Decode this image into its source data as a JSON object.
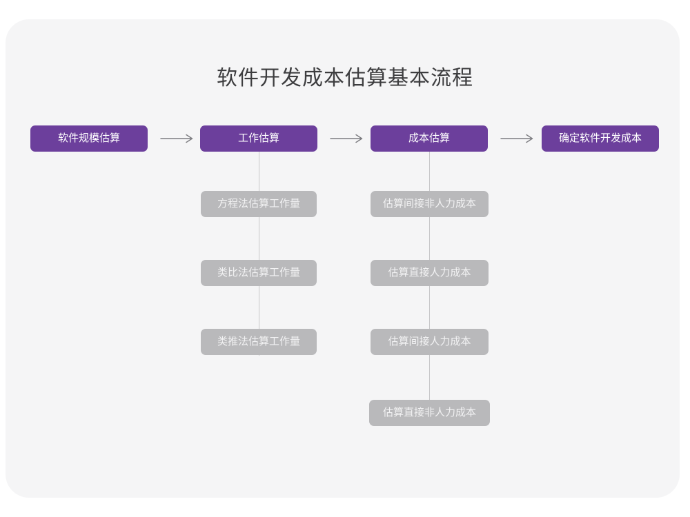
{
  "diagram": {
    "title": "软件开发成本估算基本流程",
    "arrow_glyph": "long-right-arrow",
    "colors": {
      "page_background": "#ffffff",
      "card_background": "#f5f5f6",
      "primary_node": "#6c3f9c",
      "primary_node_text": "#ffffff",
      "secondary_node": "#b9b9bb",
      "secondary_node_text": "#f2f2f3",
      "connector": "#c6c6c8",
      "arrow": "#7c7c80",
      "title_text": "#3d3d3f"
    },
    "main_flow": [
      {
        "id": "step-1",
        "label": "软件规模估算"
      },
      {
        "id": "step-2",
        "label": "工作估算"
      },
      {
        "id": "step-3",
        "label": "成本估算"
      },
      {
        "id": "step-4",
        "label": "确定软件开发成本"
      }
    ],
    "arrows": [
      {
        "id": "arrow-1",
        "from": "软件规模估算",
        "to": "工作估算"
      },
      {
        "id": "arrow-2",
        "from": "工作估算",
        "to": "成本估算"
      },
      {
        "id": "arrow-3",
        "from": "成本估算",
        "to": "确定软件开发成本"
      }
    ],
    "sub_branches": [
      {
        "id": "branch-work-estimation",
        "parent": "工作估算",
        "items": [
          {
            "id": "work-1",
            "label": "方程法估算工作量"
          },
          {
            "id": "work-2",
            "label": "类比法估算工作量"
          },
          {
            "id": "work-3",
            "label": "类推法估算工作量"
          }
        ]
      },
      {
        "id": "branch-cost-estimation",
        "parent": "成本估算",
        "items": [
          {
            "id": "cost-1",
            "label": "估算间接非人力成本"
          },
          {
            "id": "cost-2",
            "label": "估算直接人力成本"
          },
          {
            "id": "cost-3",
            "label": "估算间接人力成本"
          },
          {
            "id": "cost-4",
            "label": "估算直接非人力成本"
          }
        ]
      }
    ]
  }
}
